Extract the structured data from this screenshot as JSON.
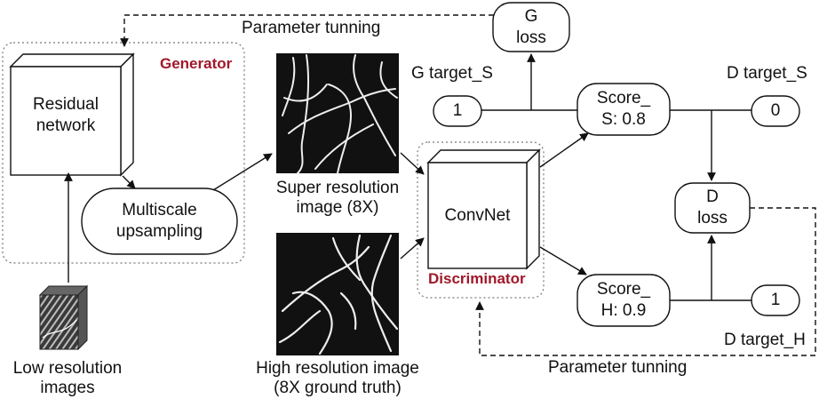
{
  "colors": {
    "accent": "#a0182a",
    "line": "#111111",
    "frame": "#555555"
  },
  "generator": {
    "title": "Generator",
    "residual": [
      "Residual",
      "network"
    ],
    "upsampling": [
      "Multiscale",
      "upsampling"
    ]
  },
  "discriminator": {
    "title": "Discriminator",
    "net": "ConvNet"
  },
  "images": {
    "low": [
      "Low resolution",
      "images"
    ],
    "super": [
      "Super resolution",
      "image (8X)"
    ],
    "high": [
      "High resolution image",
      "(8X ground truth)"
    ]
  },
  "loss": {
    "g": [
      "G",
      "loss"
    ],
    "d": [
      "D",
      "loss"
    ]
  },
  "scores": {
    "s": [
      "Score_",
      "S: 0.8"
    ],
    "h": [
      "Score_",
      "H: 0.9"
    ]
  },
  "targets": {
    "g_s_label": "G target_S",
    "g_s_value": "1",
    "d_s_label": "D target_S",
    "d_s_value": "0",
    "d_h_label": "D target_H",
    "d_h_value": "1"
  },
  "feedback": {
    "top": "Parameter tunning",
    "bottom": "Parameter tunning"
  }
}
